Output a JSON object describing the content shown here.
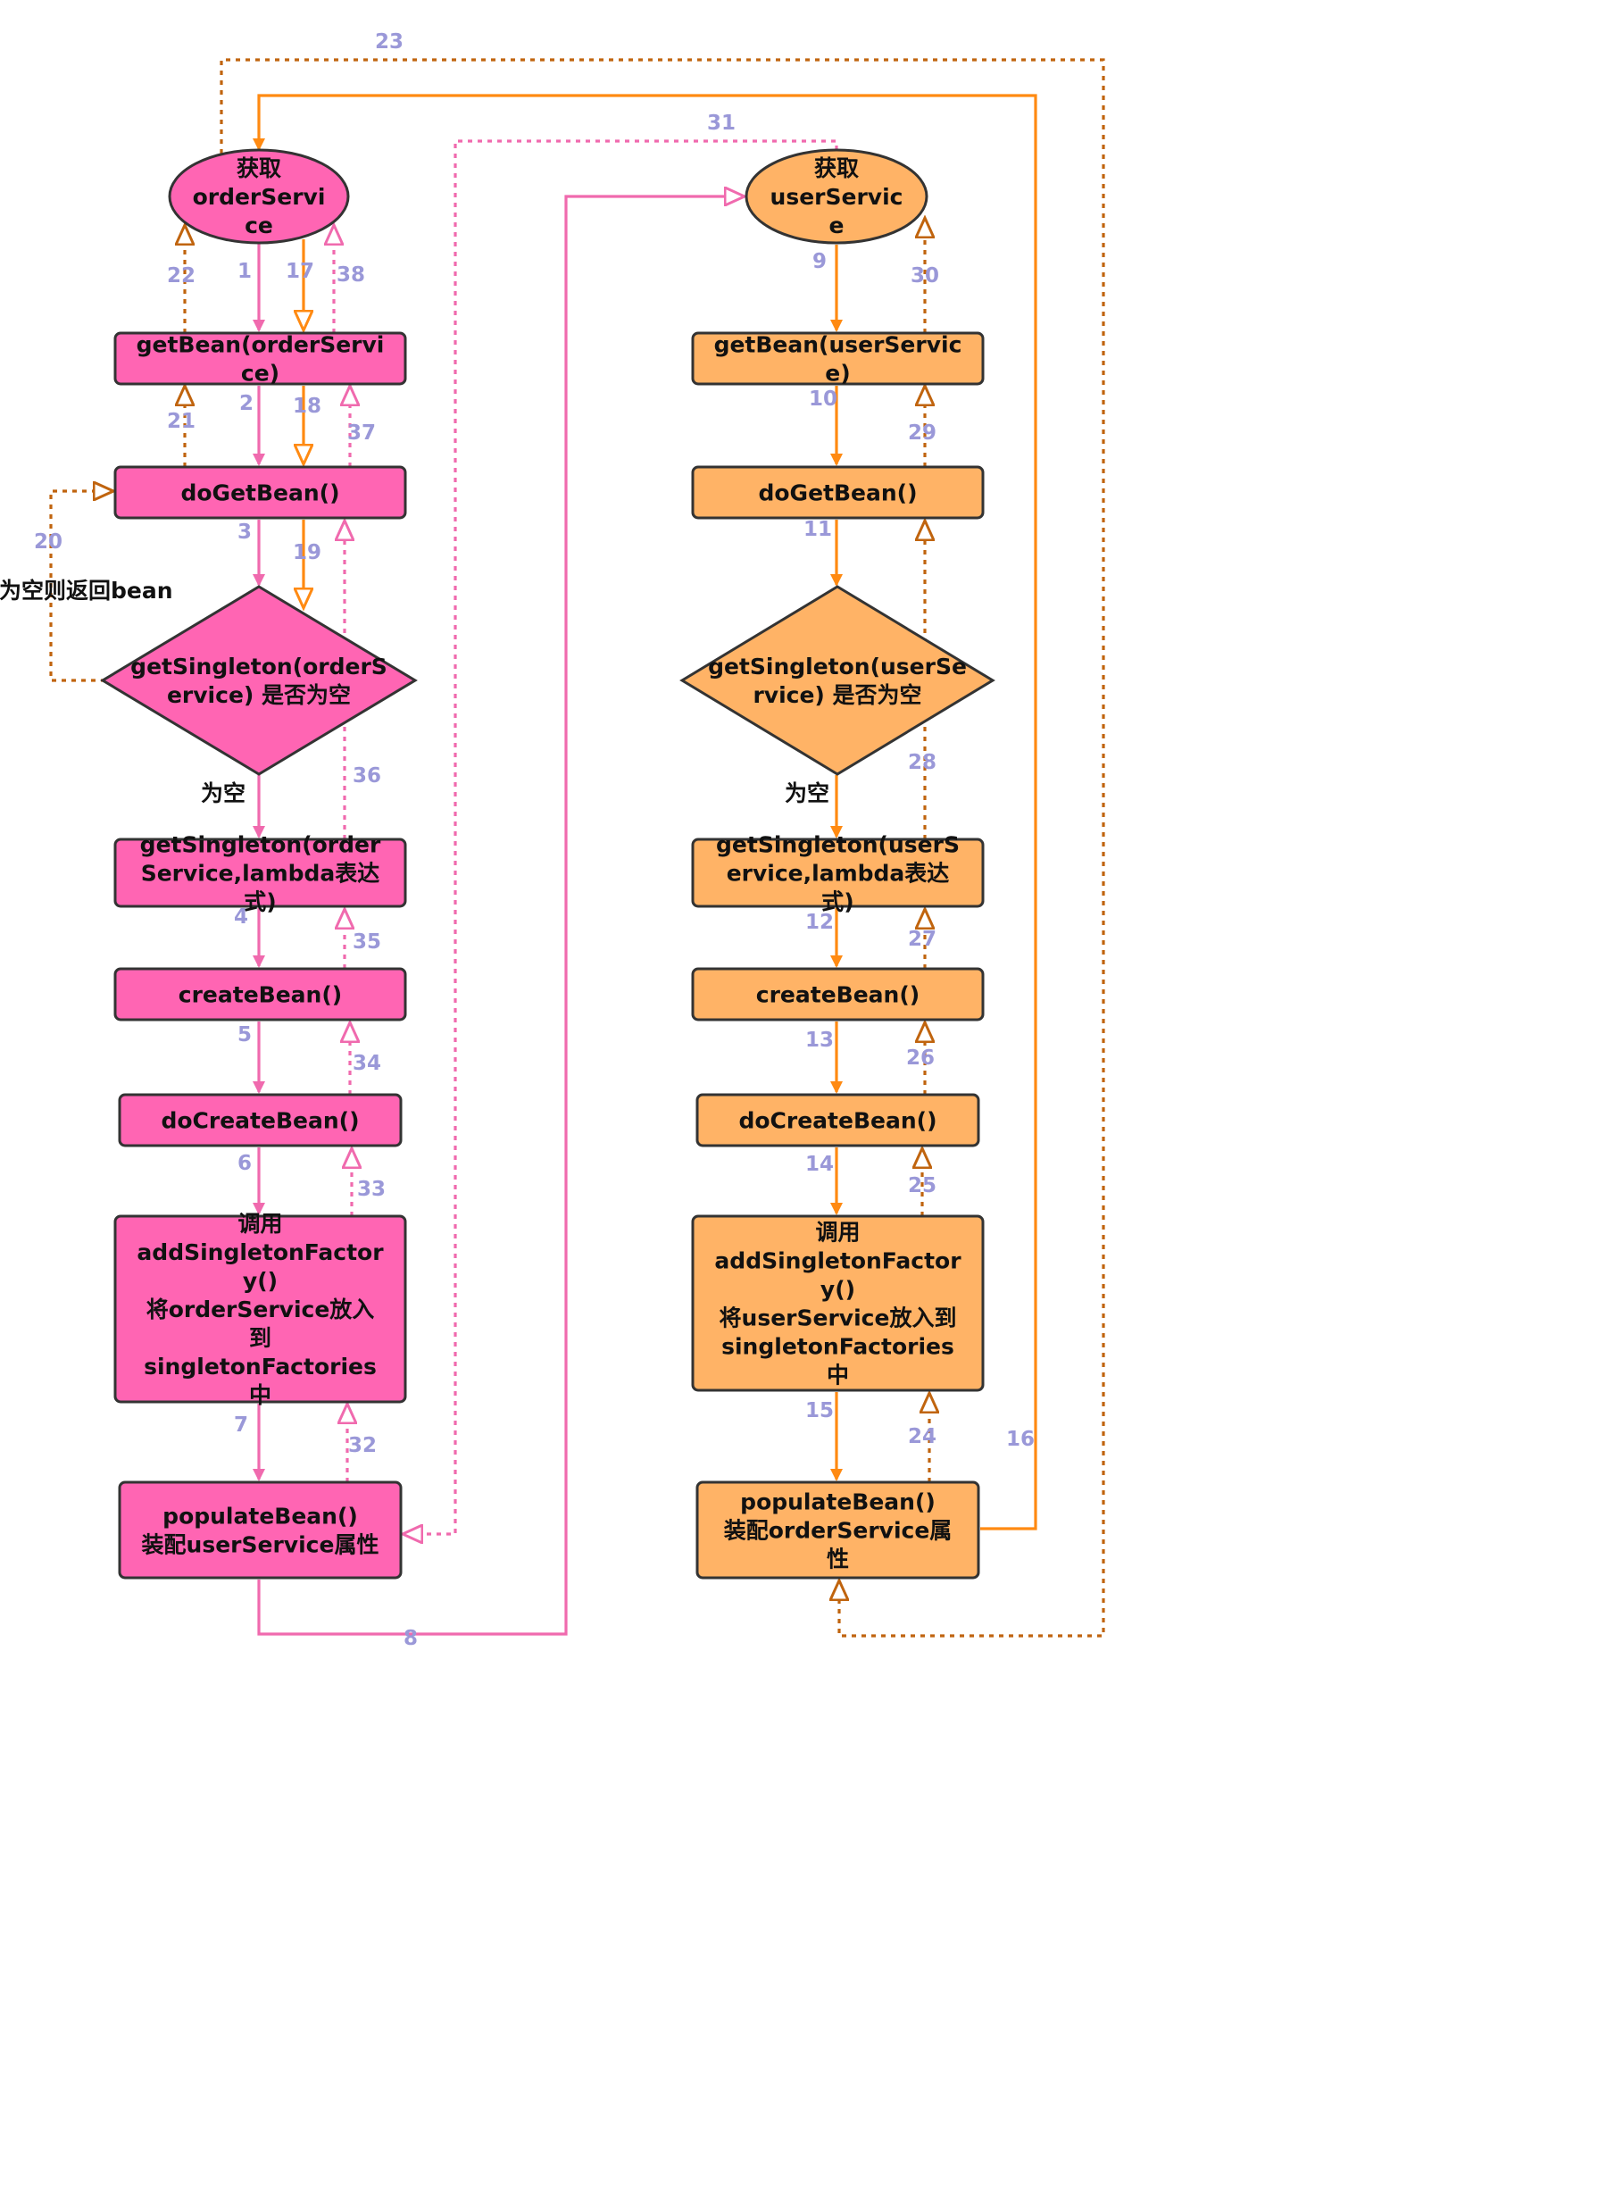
{
  "colors": {
    "pink_fill": "#ff65b3",
    "orange_fill": "#ffb366",
    "pink_line": "#f06aae",
    "orange_line": "#ff8a12",
    "brown_line": "#c0640e",
    "node_border": "#333333",
    "step_label": "#9a98d8"
  },
  "nodes": {
    "order_start": {
      "lines": [
        "获取",
        "orderServi",
        "ce"
      ]
    },
    "order_getbean": {
      "lines": [
        "getBean(orderServi",
        "ce)"
      ]
    },
    "order_dogetbean": {
      "lines": [
        "doGetBean()"
      ]
    },
    "order_decision": {
      "lines": [
        "getSingleton(orderS",
        "ervice) 是否为空"
      ]
    },
    "order_getsingleton_lambda": {
      "lines": [
        "getSingleton(order",
        "Service,lambda表达",
        "式)"
      ]
    },
    "order_createbean": {
      "lines": [
        "createBean()"
      ]
    },
    "order_docreatebean": {
      "lines": [
        "doCreateBean()"
      ]
    },
    "order_addfactory": {
      "lines": [
        "调用",
        "addSingletonFactor",
        "y()",
        "将orderService放入",
        "到",
        "singletonFactories",
        "中"
      ]
    },
    "order_populate": {
      "lines": [
        "populateBean()",
        "装配userService属性"
      ]
    },
    "user_start": {
      "lines": [
        "获取",
        "userServic",
        "e"
      ]
    },
    "user_getbean": {
      "lines": [
        "getBean(userServic",
        "e)"
      ]
    },
    "user_dogetbean": {
      "lines": [
        "doGetBean()"
      ]
    },
    "user_decision": {
      "lines": [
        "getSingleton(userSe",
        "rvice) 是否为空"
      ]
    },
    "user_getsingleton_lambda": {
      "lines": [
        "getSingleton(userS",
        "ervice,lambda表达",
        "式)"
      ]
    },
    "user_createbean": {
      "lines": [
        "createBean()"
      ]
    },
    "user_docreatebean": {
      "lines": [
        "doCreateBean()"
      ]
    },
    "user_addfactory": {
      "lines": [
        "调用",
        "addSingletonFactor",
        "y()",
        "将userService放入到",
        "singletonFactories",
        "中"
      ]
    },
    "user_populate": {
      "lines": [
        "populateBean()",
        "装配orderService属",
        "性"
      ]
    }
  },
  "edge_labels": {
    "order_is_empty": "为空",
    "user_is_empty": "为空",
    "order_not_empty": "不为空则返回bean"
  },
  "steps": [
    "1",
    "2",
    "3",
    "4",
    "5",
    "6",
    "7",
    "8",
    "9",
    "10",
    "11",
    "12",
    "13",
    "14",
    "15",
    "16",
    "17",
    "18",
    "19",
    "20",
    "21",
    "22",
    "23",
    "24",
    "25",
    "26",
    "27",
    "28",
    "29",
    "30",
    "31",
    "32",
    "33",
    "34",
    "35",
    "36",
    "37",
    "38"
  ]
}
